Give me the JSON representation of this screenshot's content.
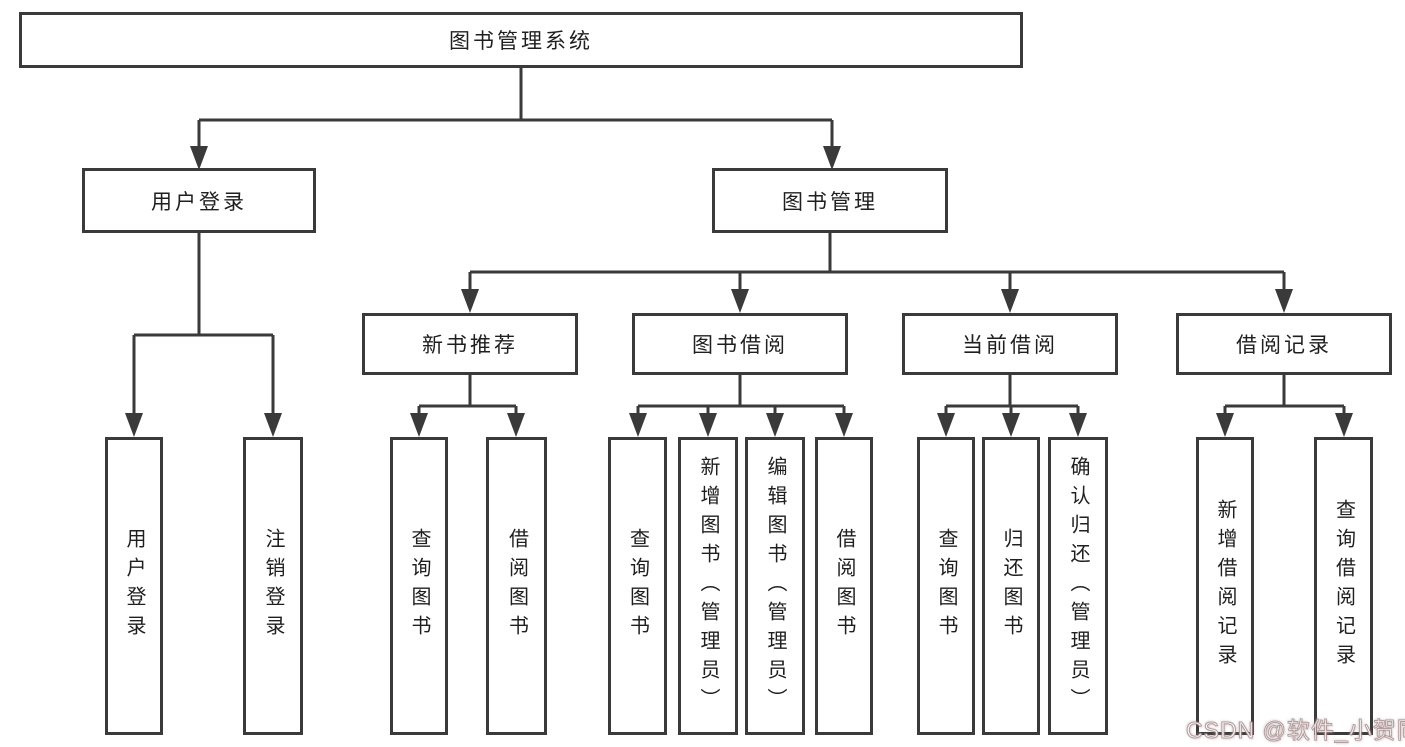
{
  "diagram": {
    "root": {
      "label": "图书管理系统",
      "children": [
        {
          "label": "用户登录",
          "children": [
            {
              "label": "用户登录"
            },
            {
              "label": "注销登录"
            }
          ]
        },
        {
          "label": "图书管理",
          "children": [
            {
              "label": "新书推荐",
              "children": [
                {
                  "label": "查询图书"
                },
                {
                  "label": "借阅图书"
                }
              ]
            },
            {
              "label": "图书借阅",
              "children": [
                {
                  "label": "查询图书"
                },
                {
                  "label": "新增图书（管理员）"
                },
                {
                  "label": "编辑图书（管理员）"
                },
                {
                  "label": "借阅图书"
                }
              ]
            },
            {
              "label": "当前借阅",
              "children": [
                {
                  "label": "查询图书"
                },
                {
                  "label": "归还图书"
                },
                {
                  "label": "确认归还（管理员）"
                }
              ]
            },
            {
              "label": "借阅记录",
              "children": [
                {
                  "label": "新增借阅记录"
                },
                {
                  "label": "查询借阅记录"
                }
              ]
            }
          ]
        }
      ]
    },
    "colors": {
      "line": "#3a3a3a",
      "box_border": "#3a3a3a",
      "text": "#1f1f1f",
      "background": "#ffffff"
    }
  },
  "watermark": {
    "text": "CSDN @软件_小贺同学",
    "color": "#fffcfc"
  }
}
